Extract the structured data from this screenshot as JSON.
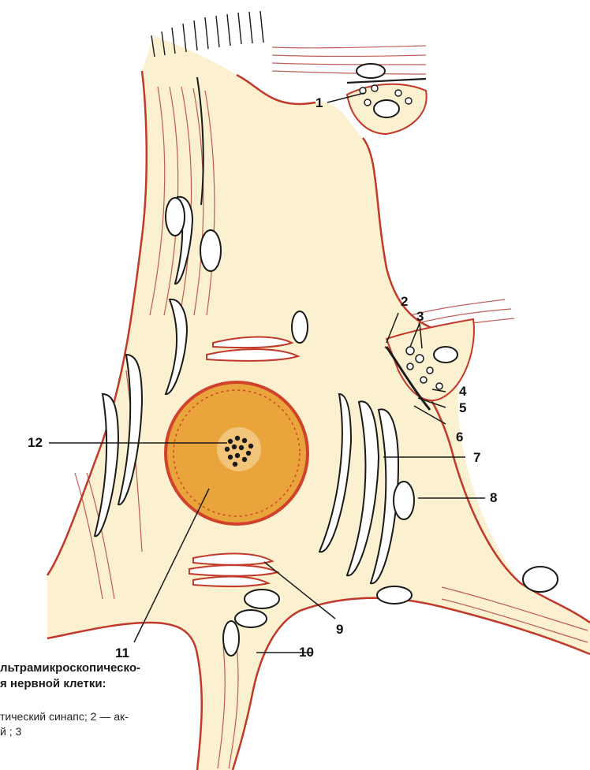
{
  "diagram": {
    "colors": {
      "cytoplasm": "#fbf0cf",
      "membrane": "#c0392b",
      "nucleus": "#e9a43c",
      "nucleus_rim": "#d0422b",
      "ink": "#1a1a1a"
    },
    "labels": [
      {
        "id": "1",
        "text": "1"
      },
      {
        "id": "2",
        "text": "2"
      },
      {
        "id": "3",
        "text": "3"
      },
      {
        "id": "4",
        "text": "4"
      },
      {
        "id": "5",
        "text": "5"
      },
      {
        "id": "6",
        "text": "6"
      },
      {
        "id": "7",
        "text": "7"
      },
      {
        "id": "8",
        "text": "8"
      },
      {
        "id": "9",
        "text": "9"
      },
      {
        "id": "10",
        "text": "10"
      },
      {
        "id": "11",
        "text": "11"
      },
      {
        "id": "12",
        "text": "12"
      }
    ]
  },
  "caption": {
    "title_line1": "льтрамикроскопическо-",
    "title_line2": "я нервной клетки:",
    "body_line1": "тический синапс; 2 — ак-",
    "body_line2": "й          ;  3"
  }
}
